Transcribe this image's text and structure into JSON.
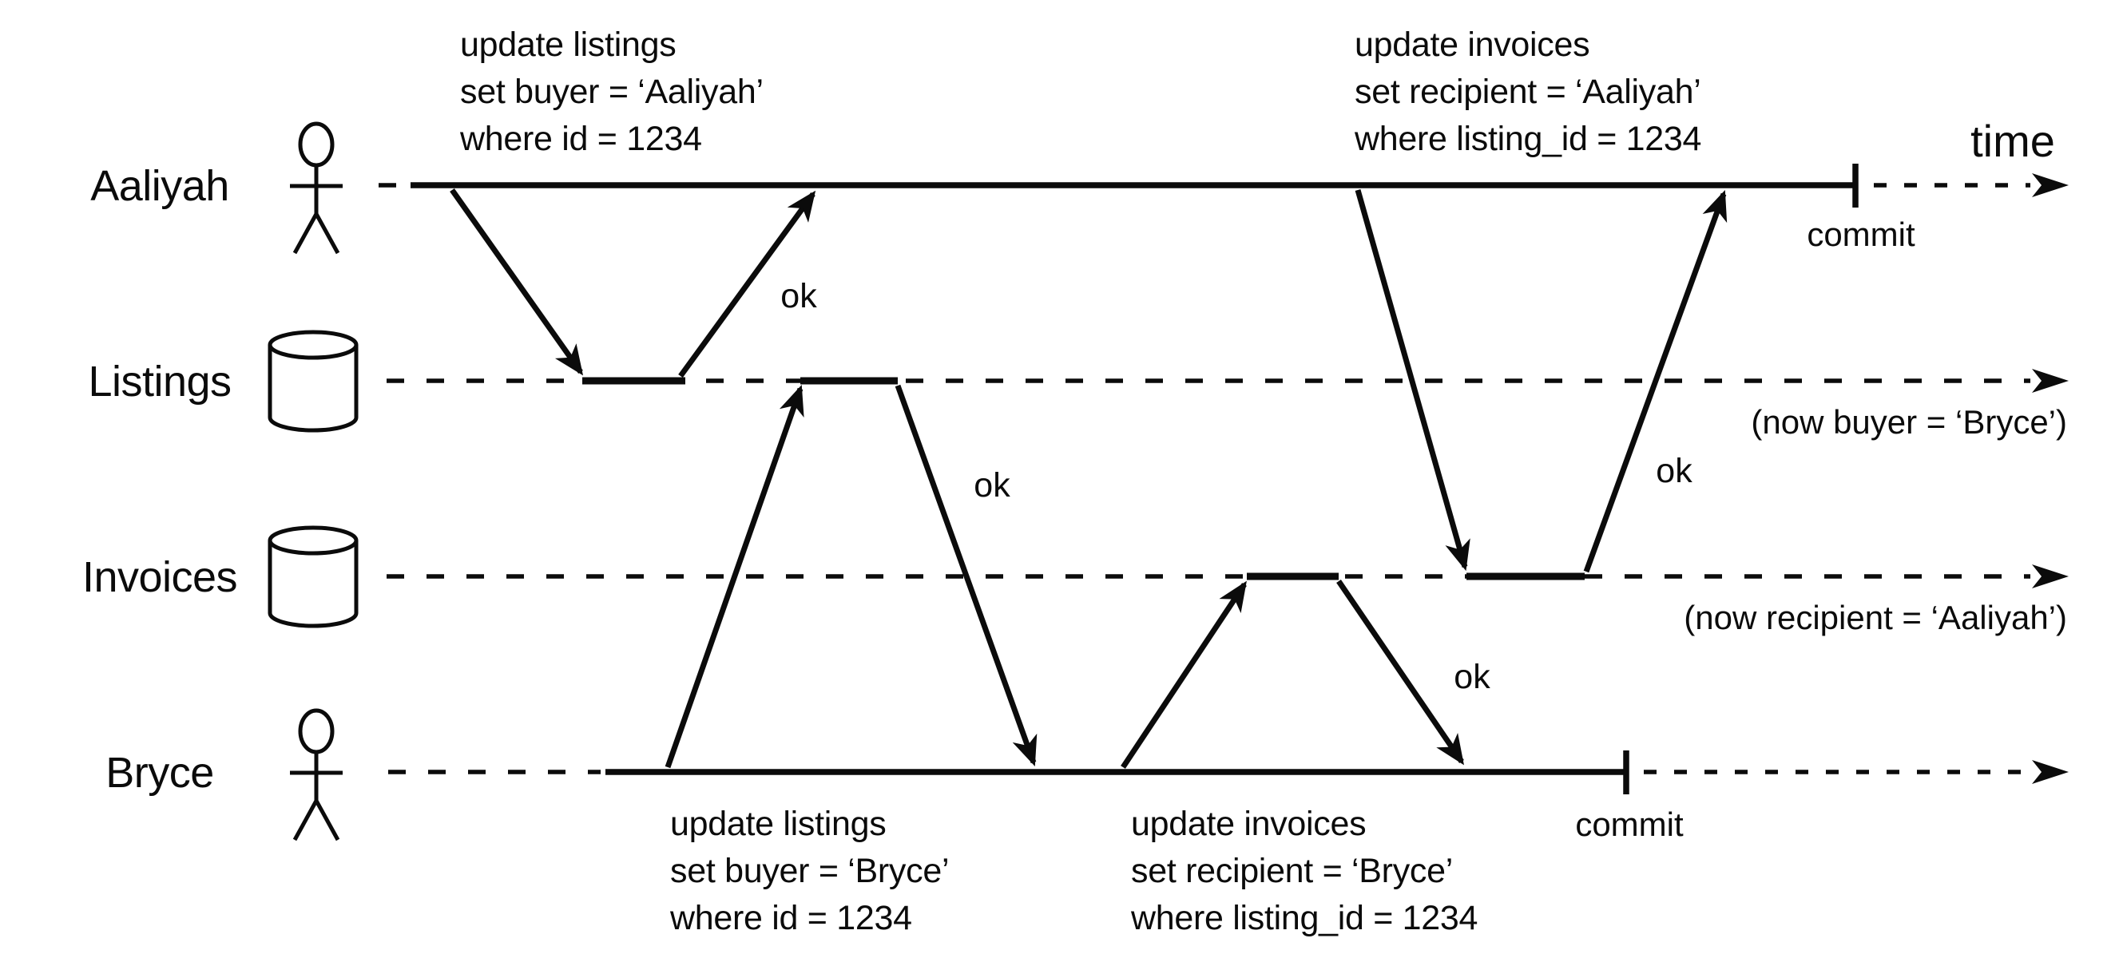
{
  "axis": {
    "time_label": "time"
  },
  "lanes": [
    {
      "label": "Aaliyah",
      "icon": "person"
    },
    {
      "label": "Listings",
      "icon": "database"
    },
    {
      "label": "Invoices",
      "icon": "database"
    },
    {
      "label": "Bryce",
      "icon": "person"
    }
  ],
  "transactions": {
    "aaliyah": {
      "query_listings": {
        "lines": [
          "update listings",
          "set buyer = ‘Aaliyah’",
          "where id = 1234"
        ]
      },
      "query_invoices": {
        "lines": [
          "update invoices",
          "set recipient = ‘Aaliyah’",
          "where listing_id = 1234"
        ]
      },
      "ok_listings": "ok",
      "ok_invoices": "ok",
      "commit_label": "commit"
    },
    "bryce": {
      "query_listings": {
        "lines": [
          "update listings",
          "set buyer = ‘Bryce’",
          "where id = 1234"
        ]
      },
      "query_invoices": {
        "lines": [
          "update invoices",
          "set recipient = ‘Bryce’",
          "where listing_id = 1234"
        ]
      },
      "ok_listings": "ok",
      "ok_invoices": "ok",
      "commit_label": "commit"
    }
  },
  "annotations": {
    "listings_result": "(now buyer = ‘Bryce’)",
    "invoices_result": "(now recipient = ‘Aaliyah’)"
  },
  "colors": {
    "ink": "#0b0b0b",
    "background": "#ffffff"
  }
}
